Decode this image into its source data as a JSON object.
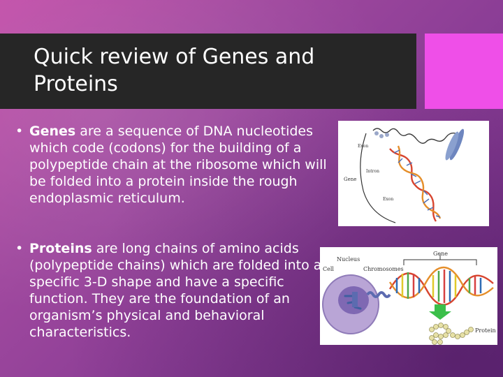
{
  "slide": {
    "title": "Quick review of Genes and Proteins",
    "colors": {
      "title_band": "#262626",
      "accent_square": "#ef4fe8",
      "text": "#ffffff"
    },
    "bullets": [
      {
        "marker": "•",
        "term": "Genes",
        "text": " are a sequence of DNA nucleotides which code (codons) for the building of a polypeptide chain at the ribosome which will be folded into a protein inside the rough endoplasmic reticulum."
      },
      {
        "marker": "•",
        "term": "Proteins",
        "text": " are long chains of amino acids (polypeptide chains) which are folded into a specific 3-D shape and have a specific function. They are the foundation of an organism’s physical and behavioral characteristics."
      }
    ],
    "figure1": {
      "labels": {
        "exon_top": "Exon",
        "intron": "Intron",
        "gene": "Gene",
        "exon_bottom": "Exon"
      }
    },
    "figure2": {
      "labels": {
        "gene": "Gene",
        "nucleus": "Nucleus",
        "cell": "Cell",
        "chromosomes": "Chromosomes",
        "protein": "Protein"
      }
    }
  }
}
